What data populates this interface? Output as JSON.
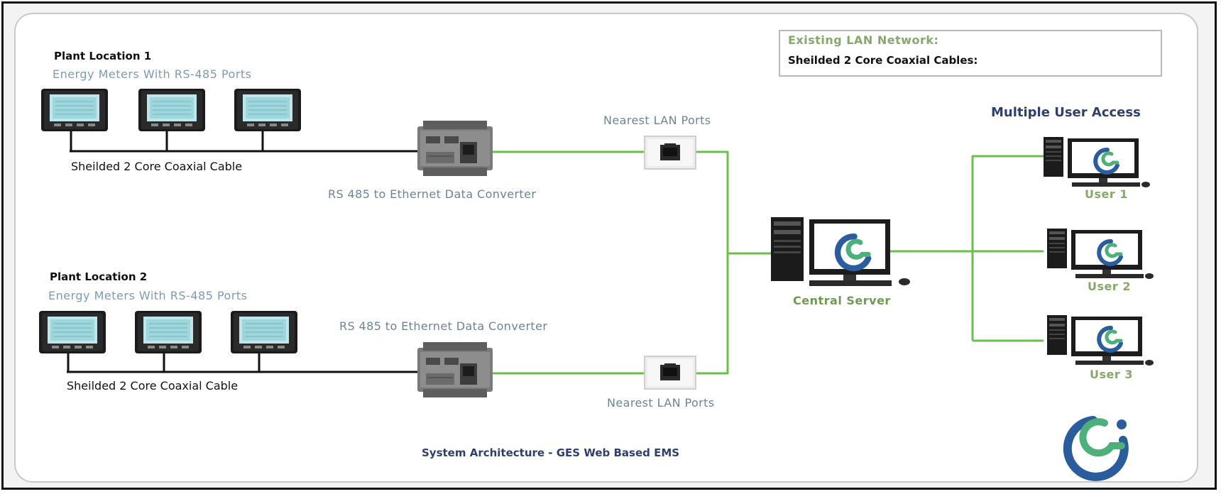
{
  "legend": {
    "lan_label": "Existing LAN Network:",
    "cable_label": "Sheilded 2 Core Coaxial Cables:",
    "lan_color": "#6cbf4b",
    "cable_color": "#111111"
  },
  "plant1": {
    "title": "Plant Location 1",
    "meters_label": "Energy Meters With RS-485 Ports",
    "cable_label": "Sheilded 2 Core Coaxial Cable",
    "converter_label": "RS 485 to Ethernet Data Converter",
    "lan_label": "Nearest LAN Ports"
  },
  "plant2": {
    "title": "Plant Location 2",
    "meters_label": "Energy Meters With RS-485 Ports",
    "cable_label": "Sheilded 2 Core Coaxial Cable",
    "converter_label": "RS 485 to Ethernet Data Converter",
    "lan_label": "Nearest LAN Ports"
  },
  "server": {
    "label": "Central Server"
  },
  "users": {
    "title": "Multiple User Access",
    "items": [
      "User 1",
      "User 2",
      "User 3"
    ]
  },
  "footer": {
    "caption": "System Architecture - GES Web Based EMS"
  },
  "icons": [
    "energy-meter-icon",
    "data-converter-icon",
    "lan-port-icon",
    "server-computer-icon",
    "user-computer-icon",
    "ges-logo-icon"
  ]
}
